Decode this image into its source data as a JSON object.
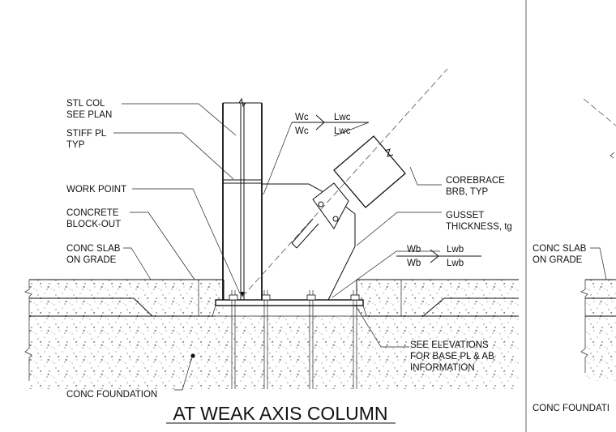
{
  "labels": {
    "stl_col_1": "STL COL",
    "stl_col_2": "SEE PLAN",
    "stiff_pl_1": "STIFF PL",
    "stiff_pl_2": "TYP",
    "work_point": "WORK POINT",
    "concrete_1": "CONCRETE",
    "concrete_2": "BLOCK-OUT",
    "conc_slab_1": "CONC SLAB",
    "conc_slab_2": "ON GRADE",
    "conc_foundation": "CONC FOUNDATION",
    "corebrace_1": "COREBRACE",
    "corebrace_2": "BRB, TYP",
    "gusset_1": "GUSSET",
    "gusset_2": "THICKNESS, tg",
    "see_elev_1": "SEE ELEVATIONS",
    "see_elev_2": "FOR BASE PL & AB",
    "see_elev_3": "INFORMATION",
    "weld_wc_1": "Wc",
    "weld_lwc_1": "Lwc",
    "weld_wc_2": "Wc",
    "weld_lwc_2": "Lwc",
    "weld_wb_1": "Wb",
    "weld_lwb_1": "Lwb",
    "weld_wb_2": "Wb",
    "weld_lwb_2": "Lwb",
    "right_slab_1": "CONC SLAB",
    "right_slab_2": "ON GRADE",
    "right_foundation": "CONC FOUNDATI"
  },
  "title": "AT WEAK AXIS COLUMN"
}
